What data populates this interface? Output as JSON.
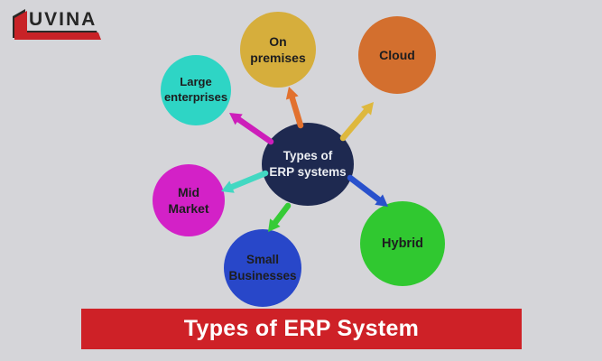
{
  "canvas": {
    "background": "#d5d5d9"
  },
  "logo": {
    "text": "UVINA",
    "mark_red": "#c82227",
    "mark_shadow": "#2a2a28",
    "text_color": "#262626"
  },
  "title_banner": {
    "label": "Types of ERP System",
    "background": "#ce2127",
    "text_color": "#ffffff"
  },
  "diagram": {
    "label_color": "#1d1d1f",
    "center_node": {
      "id": "center",
      "label": "Types of\nERP systems",
      "color": "#1e2950",
      "text_color": "#eceef2"
    },
    "nodes": [
      {
        "id": "on-premises",
        "label": "On\npremises",
        "color": "#d6ae3c",
        "arrow_color": "#e2712e"
      },
      {
        "id": "cloud",
        "label": "Cloud",
        "color": "#d36f2e",
        "arrow_color": "#deb83e"
      },
      {
        "id": "large-enterprises",
        "label": "Large\nenterprises",
        "color": "#2ed5c5",
        "arrow_color": "#cd1eba"
      },
      {
        "id": "mid-market",
        "label": "Mid\nMarket",
        "color": "#d321c7",
        "arrow_color": "#42d8c2"
      },
      {
        "id": "small-businesses",
        "label": "Small\nBusinesses",
        "color": "#2847c9",
        "arrow_color": "#36cb36"
      },
      {
        "id": "hybrid",
        "label": "Hybrid",
        "color": "#30c830",
        "arrow_color": "#2951cc"
      }
    ]
  }
}
